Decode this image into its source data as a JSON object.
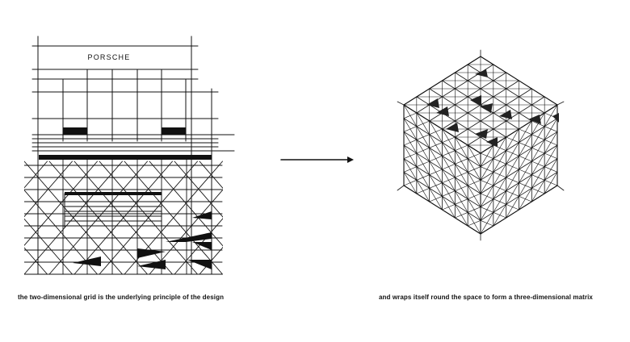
{
  "left_sketch": {
    "sign_text": "PORSCHE",
    "caption": "the two-dimensional grid is the underlying principle of the design"
  },
  "right_sketch": {
    "caption": "and wraps itself round the space to form a three-dimensional matrix"
  },
  "colors": {
    "ink": "#111111",
    "background": "#ffffff"
  }
}
